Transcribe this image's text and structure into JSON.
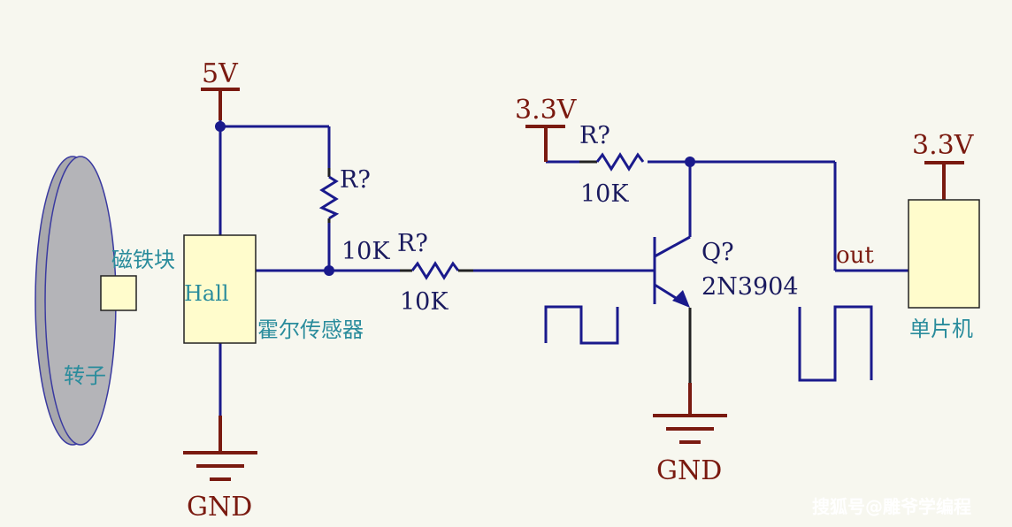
{
  "power": {
    "hall_supply": "5V",
    "transistor_supply": "3.3V",
    "mcu_supply": "3.3V",
    "hall_ground": "GND",
    "transistor_ground": "GND"
  },
  "components": {
    "pullup_designator": "R?",
    "pullup_value": "10K",
    "series_designator": "R?",
    "series_value": "10K",
    "collector_designator": "R?",
    "collector_value": "10K",
    "transistor_designator": "Q?",
    "transistor_model": "2N3904"
  },
  "labels": {
    "magnet": "磁铁块",
    "hall_chip": "Hall",
    "hall_sensor": "霍尔传感器",
    "rotor": "转子",
    "output_net": "out",
    "mcu": "单片机"
  },
  "watermark": "搜狐号@雕爷学编程",
  "colors": {
    "background": "#f7f7ef",
    "wire": "#1a1a8c",
    "power_symbol": "#7a1a10",
    "component_box": "#fffccc",
    "teal_label": "#2a8c9c",
    "rotor_fill": "#b4b4b4"
  }
}
